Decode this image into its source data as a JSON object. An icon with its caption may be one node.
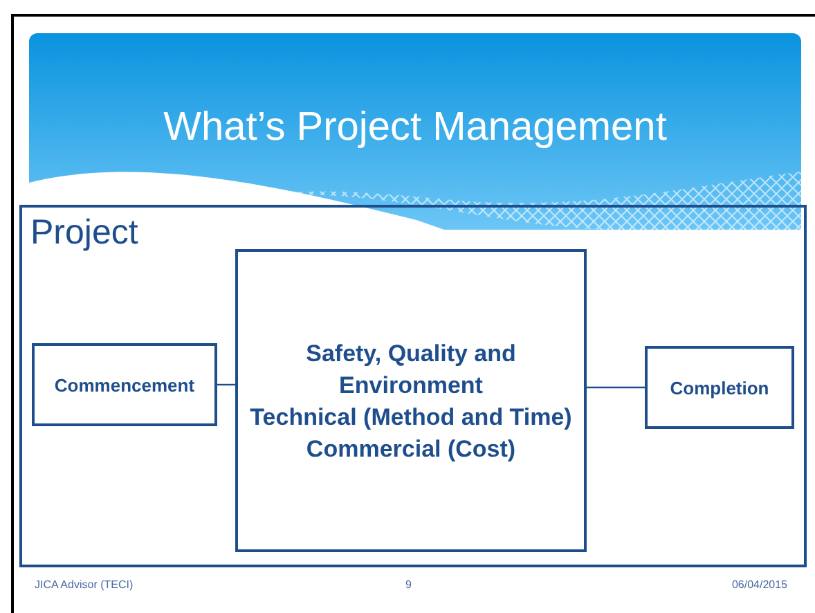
{
  "diagram": {
    "title": "What’s Project Management",
    "nodes": [
      {
        "text": [
          "Project"
        ]
      },
      {
        "text": [
          "Commencement"
        ],
        "in": 0
      },
      {
        "text": [
          "Safety, Quality and Environment",
          "Technical (Method and Time)",
          "Commercial (Cost)"
        ],
        "in": 0
      },
      {
        "text": [
          "Completion"
        ],
        "in": 0
      }
    ],
    "edges": [
      {
        "from": 1,
        "to": 2,
        "arrow": "none"
      },
      {
        "from": 2,
        "to": 3,
        "arrow": "none"
      }
    ],
    "labels": [
      "JICA Advisor (TECI)",
      "9",
      "06/04/2015"
    ]
  }
}
